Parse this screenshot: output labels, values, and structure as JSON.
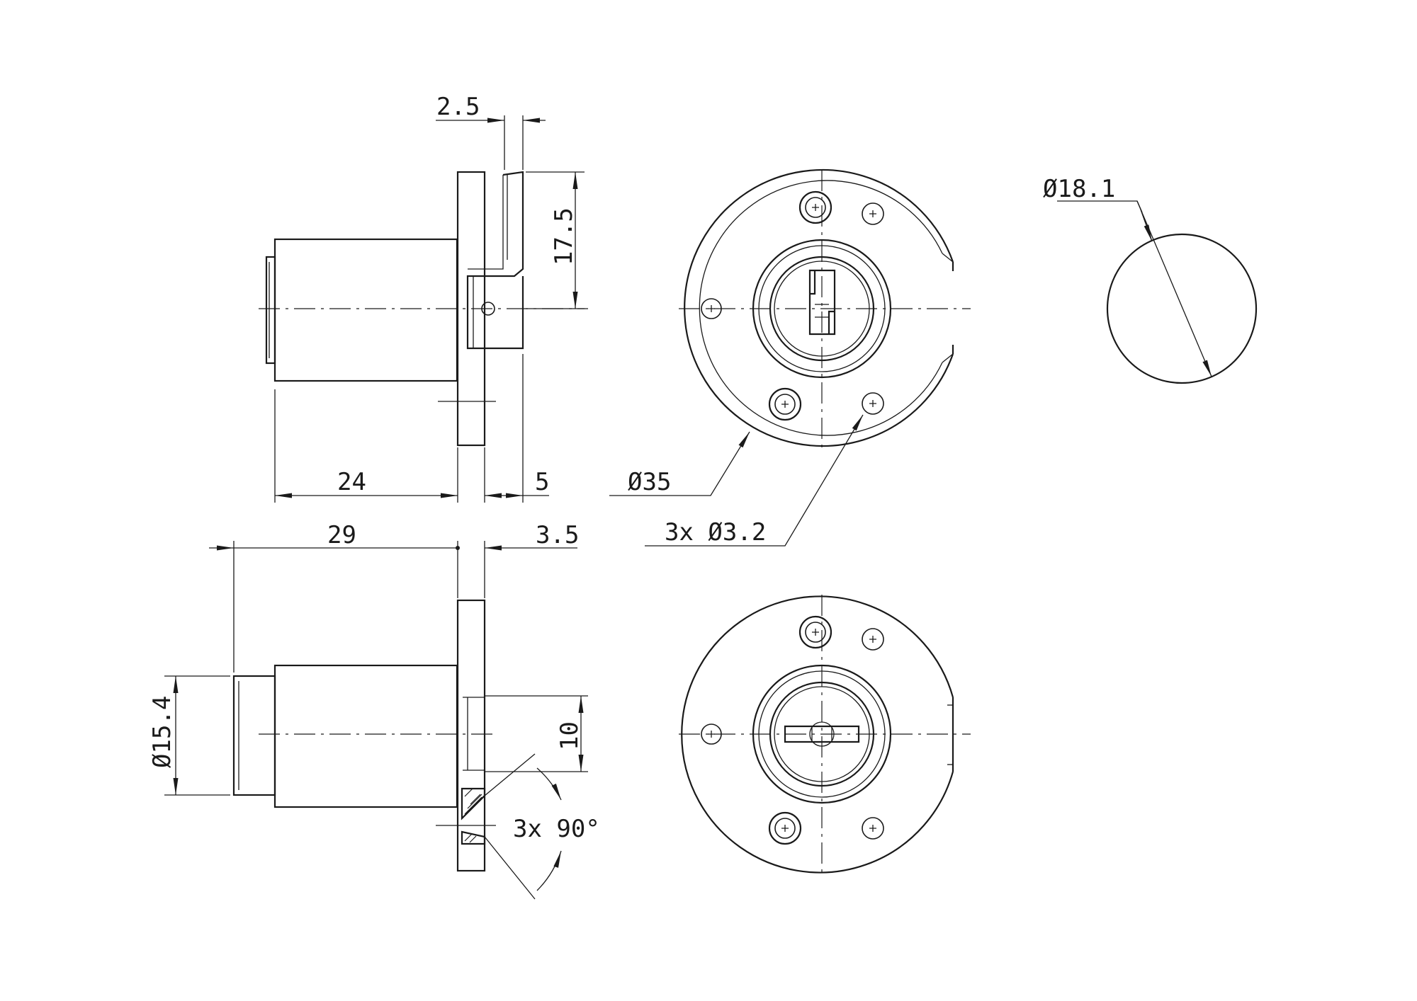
{
  "dimensions": {
    "flange_thickness": "2.5",
    "bolt_height": "17.5",
    "body_length": "24",
    "bolt_width": "5",
    "outer_diameter": "Ø35",
    "hole_spec": "3x Ø3.2",
    "cutout_diameter": "Ø18.1",
    "overall_length": "29",
    "flange_offset": "3.5",
    "core_diameter": "Ø15.4",
    "bolt_side_height": "10",
    "countersink": "3x 90°"
  },
  "colors": {
    "line": "#1a1a1a",
    "background": "#ffffff"
  }
}
